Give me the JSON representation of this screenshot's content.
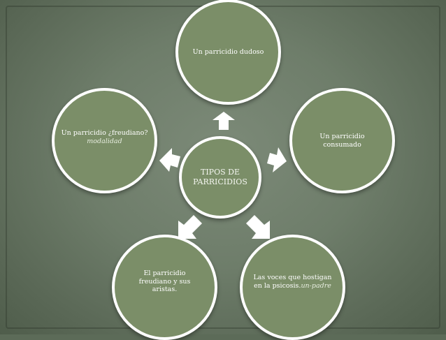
{
  "diagram": {
    "center": {
      "line1": "TIPOS DE",
      "line2": "PARRICIDIOS"
    },
    "nodes": {
      "top": {
        "text": "Un parricidio dudoso"
      },
      "right": {
        "text": "Un parricidio consumado"
      },
      "bottom_right": {
        "main": "Las voces que hostigan en la psicosis.",
        "italic": "un-padre"
      },
      "bottom_left": {
        "text": "El parricidio freudiano y sus aristas."
      },
      "left": {
        "main": "Un parricidio ¿freudiano?",
        "italic": "modalidad"
      }
    },
    "colors": {
      "node_fill": "#7b8e68",
      "node_border": "#ffffff",
      "background": "#6e7d6a",
      "arrow_fill": "#ffffff"
    }
  }
}
